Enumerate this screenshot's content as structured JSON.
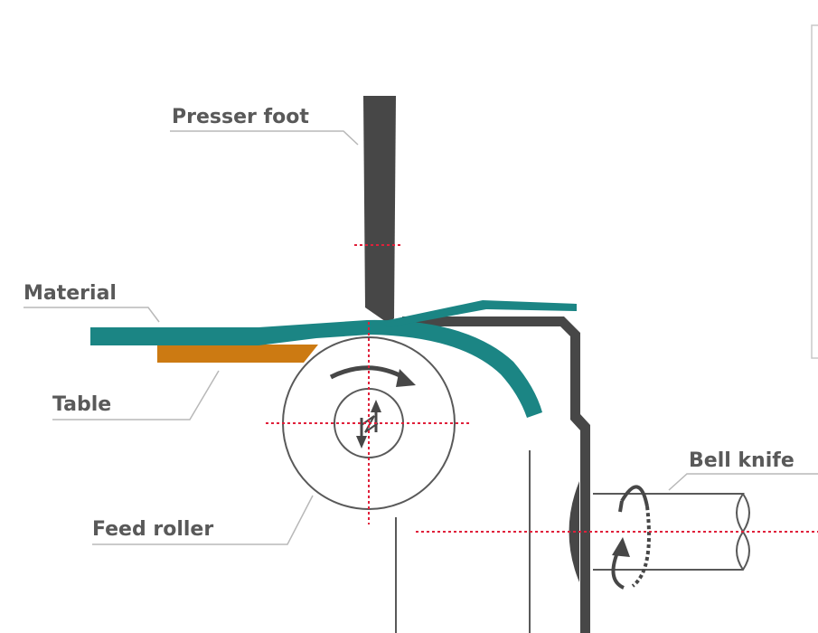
{
  "labels": {
    "presser_foot": "Presser foot",
    "material": "Material",
    "table": "Table",
    "feed_roller": "Feed roller",
    "bell_knife": "Bell knife"
  },
  "colors": {
    "material": "#1b8584",
    "table": "#cc7a12",
    "dark_part": "#474747",
    "line": "#595959",
    "centerline": "#e0203a",
    "leader": "#b8b8b8"
  }
}
